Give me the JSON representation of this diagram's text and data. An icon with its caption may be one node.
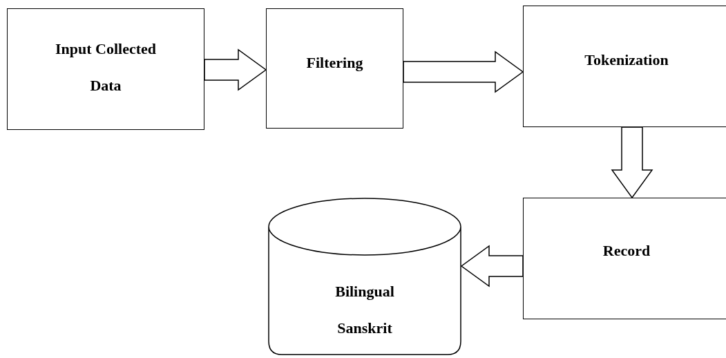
{
  "diagram": {
    "nodes": [
      {
        "text": [
          "Input Collected Data"
        ]
      },
      {
        "text": [
          "Filtering"
        ]
      },
      {
        "text": [
          "Tokenization"
        ]
      },
      {
        "text": [
          "Record"
        ]
      },
      {
        "text": [
          "Bilingual Sanskrit"
        ]
      }
    ],
    "edges": [
      {
        "from": 0,
        "to": 1,
        "arrow": "to"
      },
      {
        "from": 1,
        "to": 2,
        "arrow": "to"
      },
      {
        "from": 2,
        "to": 3,
        "arrow": "to"
      },
      {
        "from": 3,
        "to": 4,
        "arrow": "to"
      }
    ]
  }
}
